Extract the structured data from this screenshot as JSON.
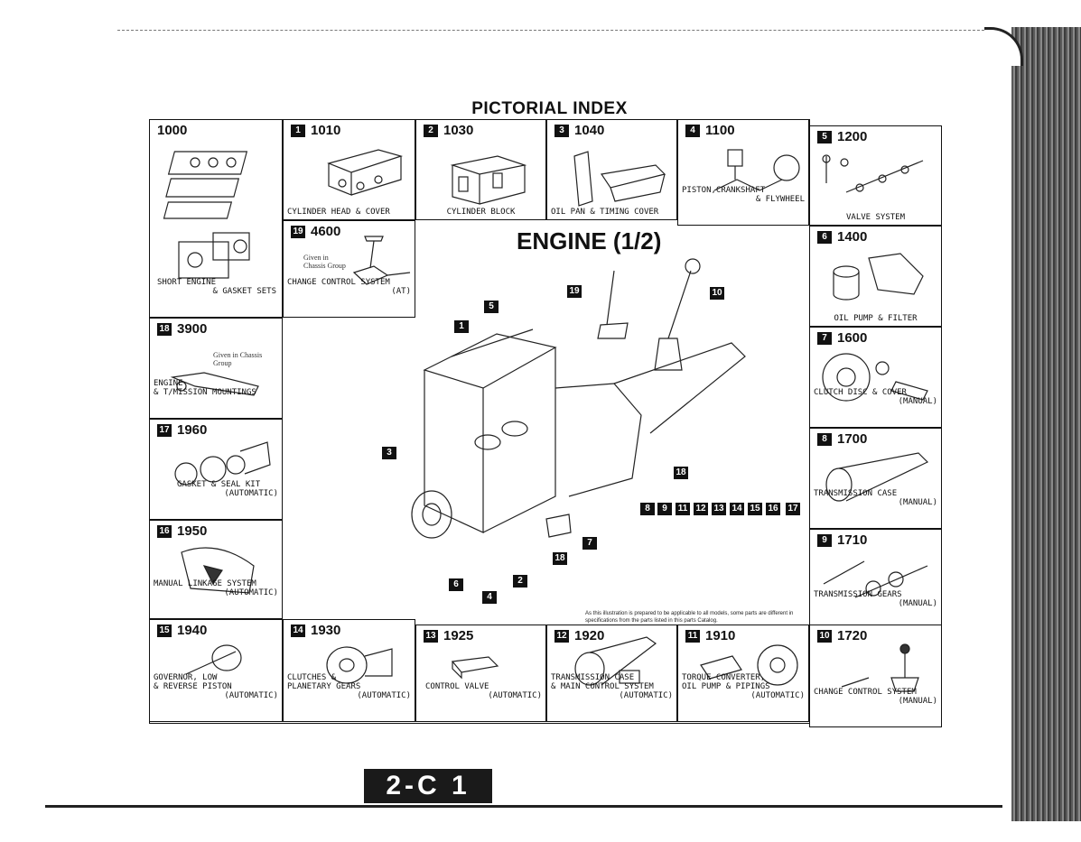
{
  "page_title": "PICTORIAL INDEX",
  "section_title": "ENGINE (1/2)",
  "page_number": "2-C 1",
  "disclaimer": "As this illustration is prepared to be applicable to all models, some parts are different in specifications from the parts listed in this parts Catalog.",
  "cells": {
    "c1000": {
      "code": "1000",
      "badge": "",
      "cap1": "SHORT ENGINE",
      "cap2": "& GASKET SETS"
    },
    "c1010": {
      "code": "1010",
      "badge": "1",
      "cap1": "CYLINDER HEAD & COVER",
      "cap2": ""
    },
    "c1030": {
      "code": "1030",
      "badge": "2",
      "cap1": "CYLINDER BLOCK",
      "cap2": ""
    },
    "c1040": {
      "code": "1040",
      "badge": "3",
      "cap1": "OIL PAN & TIMING COVER",
      "cap2": ""
    },
    "c1100": {
      "code": "1100",
      "badge": "4",
      "cap1": "PISTON,CRANKSHAFT",
      "cap2": "& FLYWHEEL"
    },
    "c1200": {
      "code": "1200",
      "badge": "5",
      "cap1": "VALVE SYSTEM",
      "cap2": ""
    },
    "c4600": {
      "code": "4600",
      "badge": "19",
      "cap1": "CHANGE CONTROL SYSTEM",
      "cap2": "(AT)",
      "note": "Given in Chassis Group"
    },
    "c1400": {
      "code": "1400",
      "badge": "6",
      "cap1": "OIL PUMP & FILTER",
      "cap2": ""
    },
    "c3900": {
      "code": "3900",
      "badge": "18",
      "cap1": "ENGINE",
      "cap2": "& T/MISSION MOUNTINGS",
      "note": "Given in Chassis Group"
    },
    "c1600": {
      "code": "1600",
      "badge": "7",
      "cap1": "CLUTCH DISC & COVER",
      "cap2": "(MANUAL)"
    },
    "c1960": {
      "code": "1960",
      "badge": "17",
      "cap1": "GASKET & SEAL KIT",
      "cap2": "(AUTOMATIC)"
    },
    "c1700": {
      "code": "1700",
      "badge": "8",
      "cap1": "TRANSMISSION CASE",
      "cap2": "(MANUAL)"
    },
    "c1950": {
      "code": "1950",
      "badge": "16",
      "cap1": "MANUAL LINKAGE SYSTEM",
      "cap2": "(AUTOMATIC)"
    },
    "c1710": {
      "code": "1710",
      "badge": "9",
      "cap1": "TRANSMISSION GEARS",
      "cap2": "(MANUAL)"
    },
    "c1940": {
      "code": "1940",
      "badge": "15",
      "cap1": "GOVERNOR, LOW\n& REVERSE PISTON",
      "cap2": "(AUTOMATIC)"
    },
    "c1930": {
      "code": "1930",
      "badge": "14",
      "cap1": "CLUTCHES &\nPLANETARY GEARS",
      "cap2": "(AUTOMATIC)"
    },
    "c1925": {
      "code": "1925",
      "badge": "13",
      "cap1": "CONTROL VALVE",
      "cap2": "(AUTOMATIC)"
    },
    "c1920": {
      "code": "1920",
      "badge": "12",
      "cap1": "TRANSMISSION CASE\n& MAIN CONTROL SYSTEM",
      "cap2": "(AUTOMATIC)"
    },
    "c1910": {
      "code": "1910",
      "badge": "11",
      "cap1": "TORQUE CONVERTER,\nOIL PUMP & PIPINGS",
      "cap2": "(AUTOMATIC)"
    },
    "c1720": {
      "code": "1720",
      "badge": "10",
      "cap1": "CHANGE CONTROL SYSTEM",
      "cap2": "(MANUAL)"
    }
  },
  "callouts": {
    "n1": "1",
    "n2": "2",
    "n3": "3",
    "n4": "4",
    "n5": "5",
    "n6": "6",
    "n7": "7",
    "n8": "8",
    "n9": "9",
    "n10": "10",
    "n11": "11",
    "n12": "12",
    "n13": "13",
    "n14": "14",
    "n15": "15",
    "n16": "16",
    "n17": "17",
    "n18a": "18",
    "n18b": "18",
    "n19": "19"
  }
}
